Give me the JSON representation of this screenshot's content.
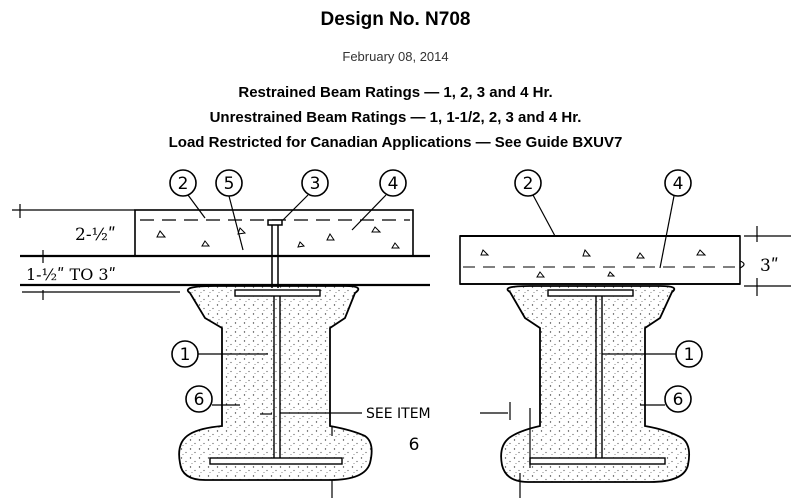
{
  "header": {
    "title": "Design No. N708",
    "date": "February 08, 2014"
  },
  "ratings": {
    "restrained": "Restrained Beam Ratings — 1, 2, 3 and 4 Hr.",
    "unrestrained": "Unrestrained Beam Ratings — 1, 1-1/2, 2, 3 and 4 Hr.",
    "canadian": "Load Restricted for Canadian Applications — See Guide BXUV7"
  },
  "drawing": {
    "left_callouts": [
      "2",
      "5",
      "3",
      "4",
      "1",
      "6"
    ],
    "right_callouts": [
      "2",
      "4",
      "1",
      "6"
    ],
    "dim_top_slab": "2-½ʺ",
    "dim_deck": "1-½ʺ TO 3ʺ",
    "dim_right_slab": "3ʺ",
    "see_item_label": "SEE ITEM",
    "see_item_number": "6"
  }
}
